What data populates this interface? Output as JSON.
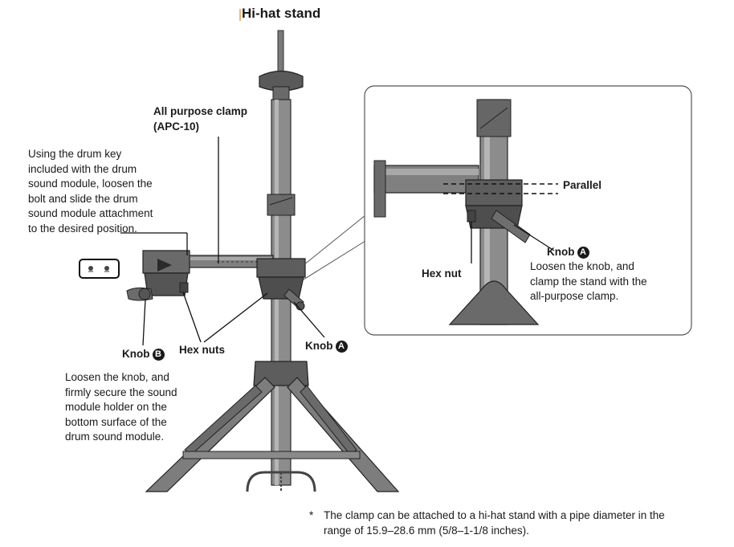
{
  "title": "Hi-hat stand",
  "clamp_label": {
    "name": "All purpose clamp",
    "model": "(APC-10)"
  },
  "instruction_slide": "Using the drum key\nincluded with the drum\nsound module, loosen the\nbolt and slide the drum\nsound module attachment\nto the desired position.",
  "knob_b": {
    "label": "Knob",
    "badge": "B",
    "instruction": "Loosen the knob, and\nfirmly secure the sound\nmodule holder on the\nbottom surface of the\ndrum sound module."
  },
  "hex_nuts_label": "Hex nuts",
  "knob_a_main": {
    "label": "Knob",
    "badge": "A"
  },
  "inset": {
    "parallel_label": "Parallel",
    "hex_nut_label": "Hex nut",
    "knob_a": {
      "label": "Knob",
      "badge": "A",
      "instruction": "Loosen the knob, and\nclamp the stand with the\nall-purpose clamp."
    }
  },
  "footnote": {
    "marker": "*",
    "text": "The clamp can be attached to a hi-hat stand with a pipe diameter in the\nrange of 15.9–28.6 mm (5/8–1-1/8 inches)."
  }
}
